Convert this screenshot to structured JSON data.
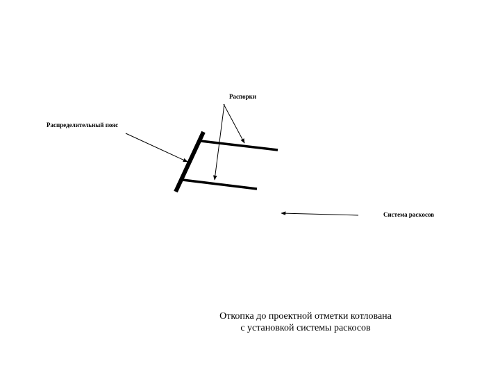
{
  "labels": {
    "struts": "Распорки",
    "distribution_belt": "Распределительный пояс",
    "bracing_system": "Система раскосов"
  },
  "caption": {
    "line1": "Откопка до проектной отметки котлована",
    "line2": "с установкой системы раскосов"
  },
  "colors": {
    "stroke": "#000000",
    "background": "#ffffff"
  }
}
